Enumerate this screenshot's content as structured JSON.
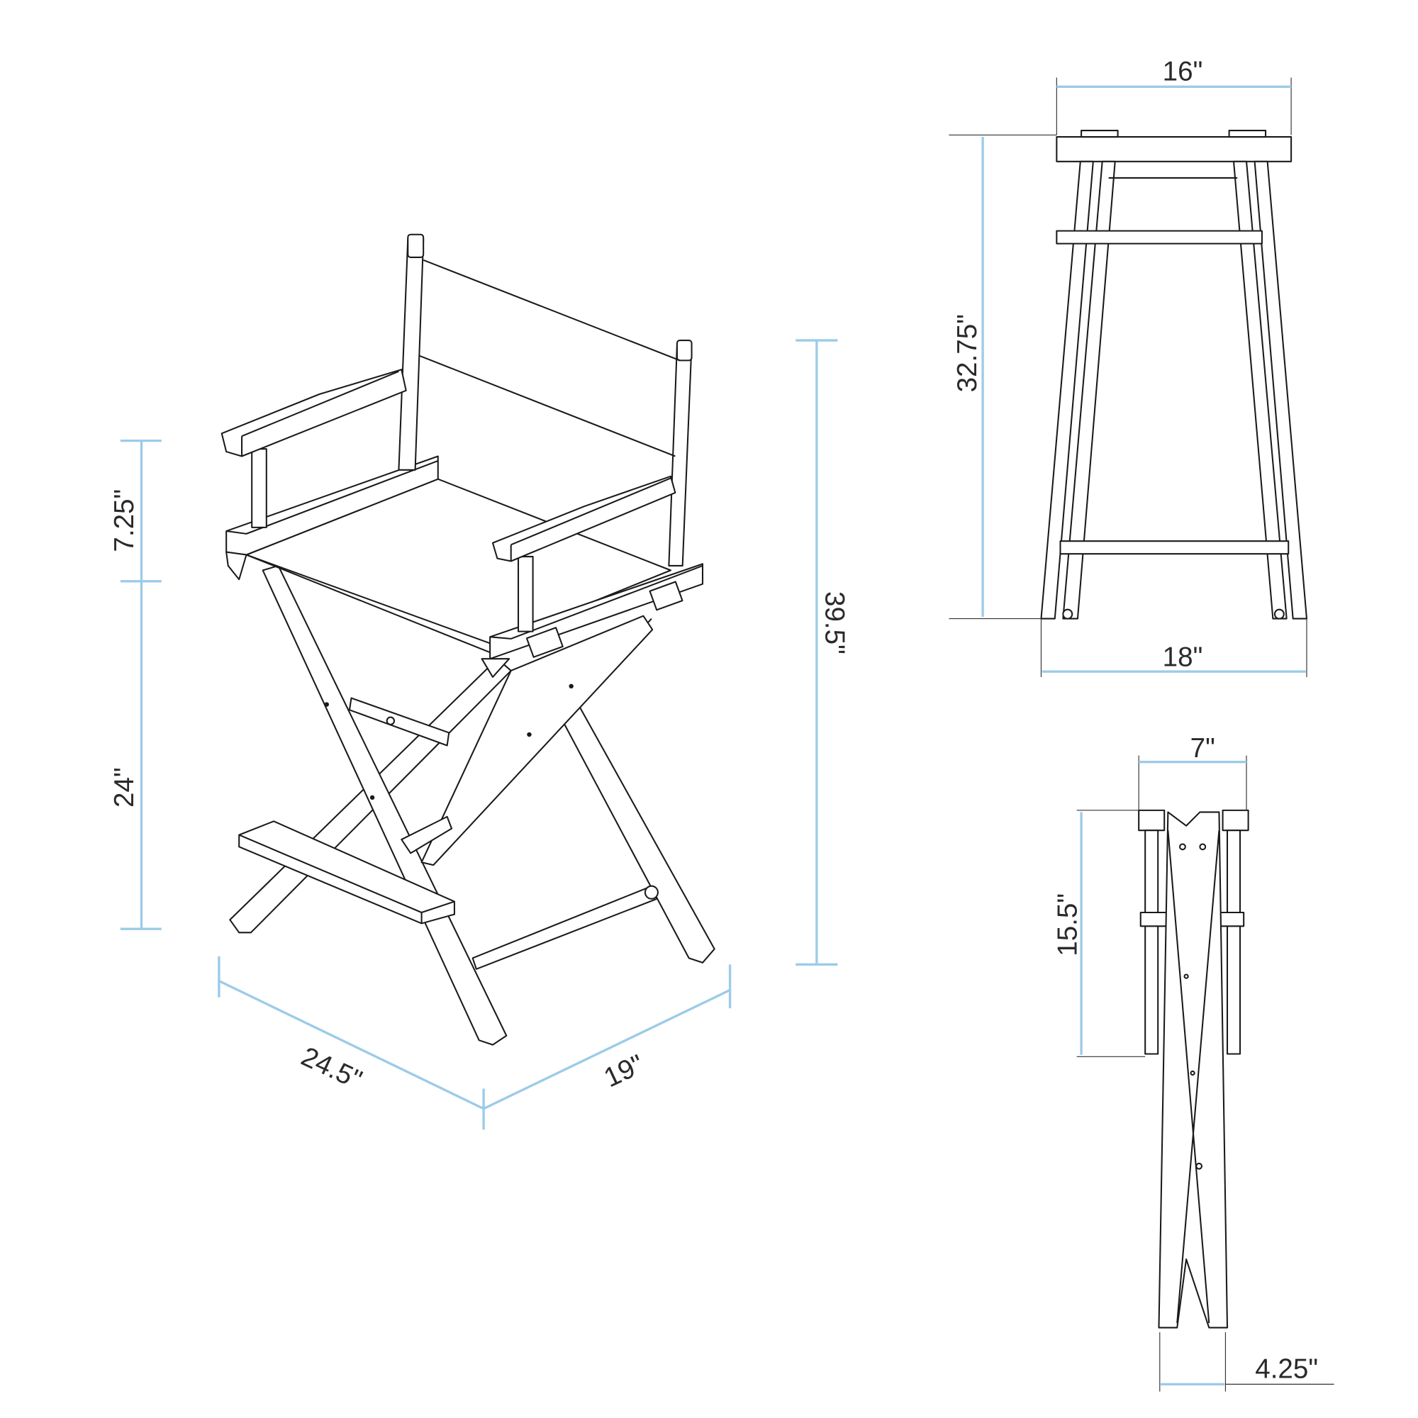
{
  "title": "Director's chair dimension diagram",
  "colors": {
    "dimension_line": "#9ccbe8",
    "outline": "#1a1a1a"
  },
  "perspective_view": {
    "arm_height": "7.25\"",
    "seat_height": "24\"",
    "total_height": "39.5\"",
    "depth": "24.5\"",
    "width": "19\""
  },
  "front_view": {
    "seat_width": "16\"",
    "seat_height": "32.75\"",
    "base_width": "18\""
  },
  "folded_view": {
    "top_width": "7\"",
    "back_height": "15.5\"",
    "folded_depth": "4.25\""
  }
}
